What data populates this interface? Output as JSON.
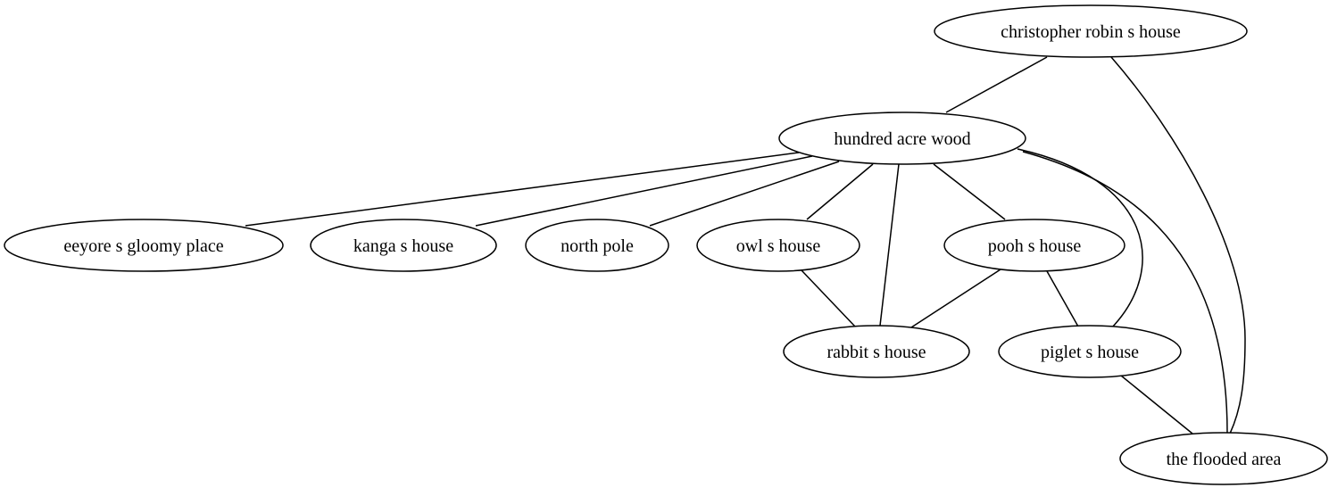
{
  "nodes": [
    {
      "id": "christopher",
      "label": "christopher robin s house"
    },
    {
      "id": "hundred",
      "label": "hundred acre wood"
    },
    {
      "id": "eeyore",
      "label": "eeyore s gloomy place"
    },
    {
      "id": "kanga",
      "label": "kanga s house"
    },
    {
      "id": "north",
      "label": "north pole"
    },
    {
      "id": "owl",
      "label": "owl s house"
    },
    {
      "id": "pooh",
      "label": "pooh s house"
    },
    {
      "id": "rabbit",
      "label": "rabbit s house"
    },
    {
      "id": "piglet",
      "label": "piglet s house"
    },
    {
      "id": "flooded",
      "label": "the flooded area"
    }
  ],
  "edges": [
    {
      "from": "christopher",
      "to": "hundred"
    },
    {
      "from": "christopher",
      "to": "flooded"
    },
    {
      "from": "hundred",
      "to": "eeyore"
    },
    {
      "from": "hundred",
      "to": "kanga"
    },
    {
      "from": "hundred",
      "to": "north"
    },
    {
      "from": "hundred",
      "to": "owl"
    },
    {
      "from": "hundred",
      "to": "rabbit"
    },
    {
      "from": "hundred",
      "to": "pooh"
    },
    {
      "from": "hundred",
      "to": "piglet"
    },
    {
      "from": "hundred",
      "to": "flooded"
    },
    {
      "from": "owl",
      "to": "rabbit"
    },
    {
      "from": "pooh",
      "to": "rabbit"
    },
    {
      "from": "pooh",
      "to": "piglet"
    },
    {
      "from": "piglet",
      "to": "flooded"
    }
  ]
}
